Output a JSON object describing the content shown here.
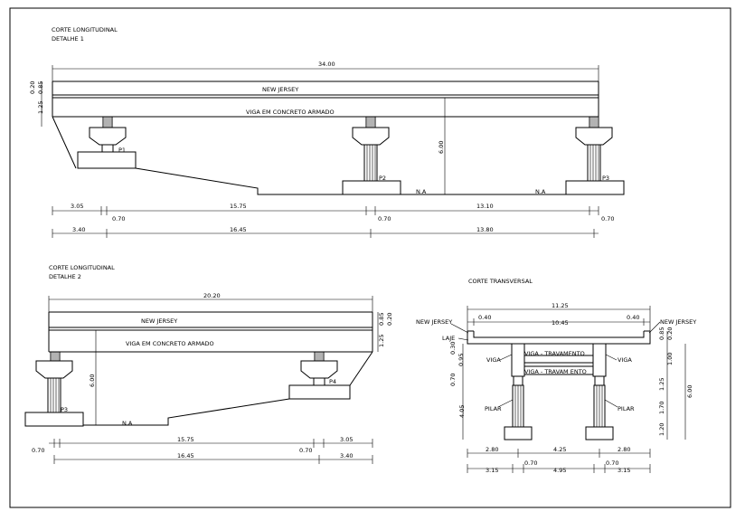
{
  "detail1": {
    "title_line1": "CORTE LONGITUDINAL",
    "title_line2": "DETALHE 1",
    "total_length": "34.00",
    "new_jersey": "NEW JERSEY",
    "beam": "VIGA EM CONCRETO ARMADO",
    "h_020": "0.20",
    "h_085": "0.85",
    "h_125": "1.25",
    "h_600": "6.00",
    "pier1": "P1",
    "pier2": "P2",
    "pier3": "P3",
    "na1": "N.A",
    "na2": "N.A",
    "dim_row1": [
      "3.05",
      "0.70",
      "15.75",
      "0.70",
      "13.10",
      "0.70"
    ],
    "dim_row2": [
      "3.40",
      "16.45",
      "13.80"
    ]
  },
  "detail2": {
    "title_line1": "CORTE LONGITUDINAL",
    "title_line2": "DETALHE 2",
    "total_length": "20.20",
    "new_jersey": "NEW JERSEY",
    "beam": "VIGA EM CONCRETO ARMADO",
    "h_085": "0.85",
    "h_020": "0.20",
    "h_125": "1.25",
    "h_600": "6.00",
    "pier3": "P3",
    "pier4": "P4",
    "na": "N.A",
    "dim_row1": [
      "0.70",
      "15.75",
      "0.70",
      "3.05"
    ],
    "dim_row2": [
      "16.45",
      "3.40"
    ]
  },
  "transversal": {
    "title": "CORTE TRANSVERSAL",
    "total_width": "11.25",
    "deck_width": "10.45",
    "nj_left_w": "0.40",
    "nj_right_w": "0.40",
    "new_jersey_left": "NEW JERSEY",
    "new_jersey_right": "NEW JERSEY",
    "laje": "LAJE",
    "viga_left": "VIGA",
    "viga_right": "VIGA",
    "viga_trav1": "VIGA - TRAVAMENTO",
    "viga_trav2": "VIGA - TRAVAM ENTO",
    "pilar_left": "PILAR",
    "pilar_right": "PILAR",
    "left_dims": [
      "0.30",
      "0.95",
      "0.70",
      "4.05"
    ],
    "right_dims": [
      "0.85",
      "0.20",
      "1.00",
      "1.25",
      "1.70",
      "1.20",
      "6.00"
    ],
    "bottom_row1": [
      "2.80",
      "4.25",
      "2.80"
    ],
    "bottom_row2": [
      "3.15",
      "0.70",
      "4.95",
      "0.70",
      "3.15"
    ]
  }
}
